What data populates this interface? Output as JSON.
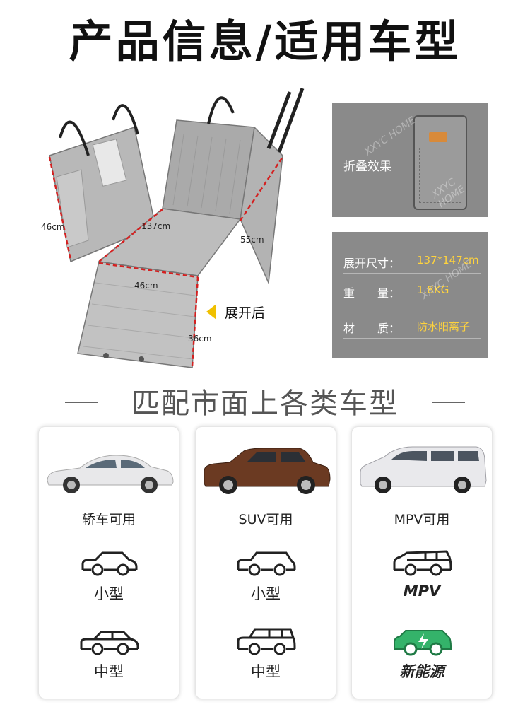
{
  "title": "产品信息/适用车型",
  "dimensions": {
    "left_height": "46cm",
    "length": "137cm",
    "side": "55cm",
    "width": "46cm",
    "flap": "36cm"
  },
  "fold": {
    "label": "折叠效果"
  },
  "specs": [
    {
      "key": "展开尺寸：",
      "value": "137*147cm"
    },
    {
      "key": "重　　量：",
      "value": "1.8KG"
    },
    {
      "key": "材　　质：",
      "value": "防水阳离子"
    }
  ],
  "unfold_label": "展开后",
  "watermark": "XXYC HOME",
  "section_title": "匹配市面上各类车型",
  "cards": [
    {
      "label": "轿车可用",
      "car_color": "#e8e8ea",
      "types": [
        {
          "label": "小型",
          "style": "normal"
        },
        {
          "label": "中型",
          "style": "normal"
        }
      ]
    },
    {
      "label": "SUV可用",
      "car_color": "#6b3a22",
      "types": [
        {
          "label": "小型",
          "style": "normal"
        },
        {
          "label": "中型",
          "style": "normal"
        }
      ]
    },
    {
      "label": "MPV可用",
      "car_color": "#e9e9ec",
      "types": [
        {
          "label": "MPV",
          "style": "bold"
        },
        {
          "label": "新能源",
          "style": "bold"
        }
      ]
    }
  ],
  "colors": {
    "panel": "#8a8a8a",
    "accent": "#ffd33d",
    "dimension_line": "#d42020",
    "ev_green": "#34b36a"
  }
}
